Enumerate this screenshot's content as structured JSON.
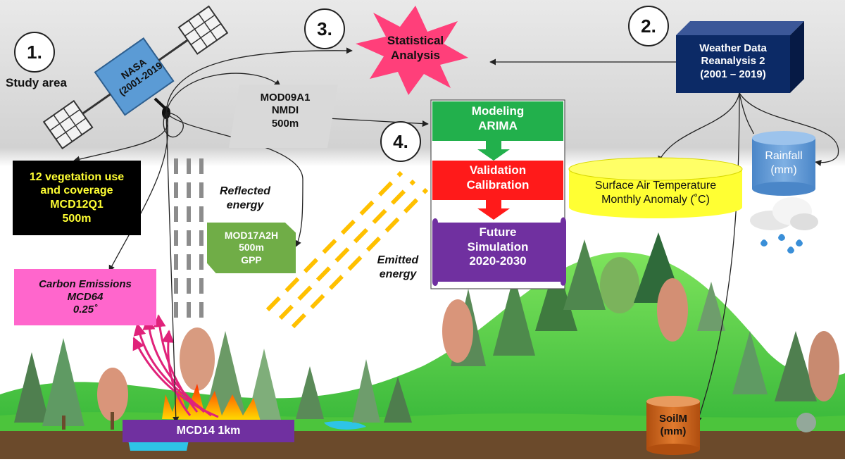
{
  "steps": {
    "one": "1.",
    "two": "2.",
    "three": "3.",
    "four": "4."
  },
  "study_area": "Study area",
  "satellite": {
    "line1": "NASA",
    "line2": "(2001-2019"
  },
  "statistical": {
    "line1": "Statistical",
    "line2": "Analysis"
  },
  "weather": {
    "line1": "Weather Data",
    "line2": "Reanalysis 2",
    "line3": "(2001 – 2019)"
  },
  "mod09": {
    "line1": "MOD09A1",
    "line2": "NMDI",
    "line3": "500m"
  },
  "modeling": {
    "line1": "Modeling",
    "line2": "ARIMA"
  },
  "validation": {
    "line1": "Validation",
    "line2": "Calibration"
  },
  "future": {
    "line1": "Future",
    "line2": "Simulation",
    "line3": "2020-2030"
  },
  "vegetation": {
    "line1": "12 vegetation use",
    "line2": "and coverage",
    "line3": "MCD12Q1",
    "line4": "500m"
  },
  "reflected": {
    "line1": "Reflected",
    "line2": "energy"
  },
  "mod17": {
    "line1": "MOD17A2H",
    "line2": "500m",
    "line3": "GPP"
  },
  "emitted": {
    "line1": "Emitted",
    "line2": "energy"
  },
  "carbon": {
    "line1": "Carbon Emissions",
    "line2": "MCD64",
    "line3": "0.25˚"
  },
  "surface_air": {
    "line1": "Surface Air Temperature",
    "line2": "Monthly Anomaly (˚C)"
  },
  "rainfall": {
    "line1": "Rainfall",
    "line2": "(mm)"
  },
  "soilm": {
    "line1": "SoilM",
    "line2": "(mm)"
  },
  "mcd14": "MCD14 1km",
  "colors": {
    "sky_top": "#ececec",
    "hill_green": "#5fd34a",
    "weather_box": "#0c2a66",
    "satellite_body": "#5b9bd5",
    "star": "#ff3f7a",
    "modeling_green": "#22b04c",
    "validation_red": "#ff1a1a",
    "future_purple": "#7030a0",
    "carbon_pink": "#ff66cc",
    "mod17_green": "#70ad47",
    "surface_yellow": "#ffff33",
    "rain_blue": "#5b9bd5",
    "soil_orange": "#c55a11",
    "mcd14_purple": "#7030a0",
    "energy_orange": "#ffc000"
  }
}
